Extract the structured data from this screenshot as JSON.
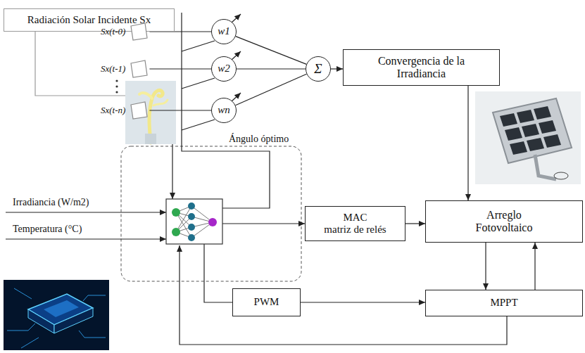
{
  "diagram": {
    "nodes": [
      {
        "text": [
          "Radiación Solar Incidente Sx"
        ]
      },
      {
        "text": [
          "Sx(t-0)"
        ]
      },
      {
        "text": [
          "w1"
        ]
      },
      {
        "text": [
          "Sx(t-1)"
        ]
      },
      {
        "text": [
          "w2"
        ]
      },
      {
        "text": [
          "Sx(t-n)"
        ]
      },
      {
        "text": [
          "wn"
        ]
      },
      {
        "text": [
          "Σ"
        ]
      },
      {
        "text": [
          "Convergencia de la Irradiancia"
        ]
      },
      {
        "text": [
          "MAC",
          "matriz de relés"
        ]
      },
      {
        "text": [
          "Arreglo Fotovoltaico"
        ]
      },
      {
        "text": [
          "PWM"
        ]
      },
      {
        "text": [
          "MPPT"
        ]
      }
    ],
    "edges": [
      {
        "from": 1,
        "to": 2,
        "arrow": "none"
      },
      {
        "from": 3,
        "to": 4,
        "arrow": "none"
      },
      {
        "from": 5,
        "to": 6,
        "arrow": "none"
      },
      {
        "from": 2,
        "to": 7,
        "arrow": "none"
      },
      {
        "from": 4,
        "to": 7,
        "arrow": "none"
      },
      {
        "from": 6,
        "to": 7,
        "arrow": "none"
      },
      {
        "from": 7,
        "to": 8,
        "arrow": "to"
      },
      {
        "from": 8,
        "to": 10,
        "arrow": "to"
      },
      {
        "from": 9,
        "to": 10,
        "arrow": "to"
      },
      {
        "from": 11,
        "to": 12,
        "arrow": "to"
      },
      {
        "from": 10,
        "to": 12,
        "arrow": "to"
      },
      {
        "from": 12,
        "to": 10,
        "arrow": "to"
      }
    ],
    "labels": [
      "Ángulo óptimo",
      "Irradiancia (W/m2)",
      "Temperatura (°C)"
    ]
  }
}
